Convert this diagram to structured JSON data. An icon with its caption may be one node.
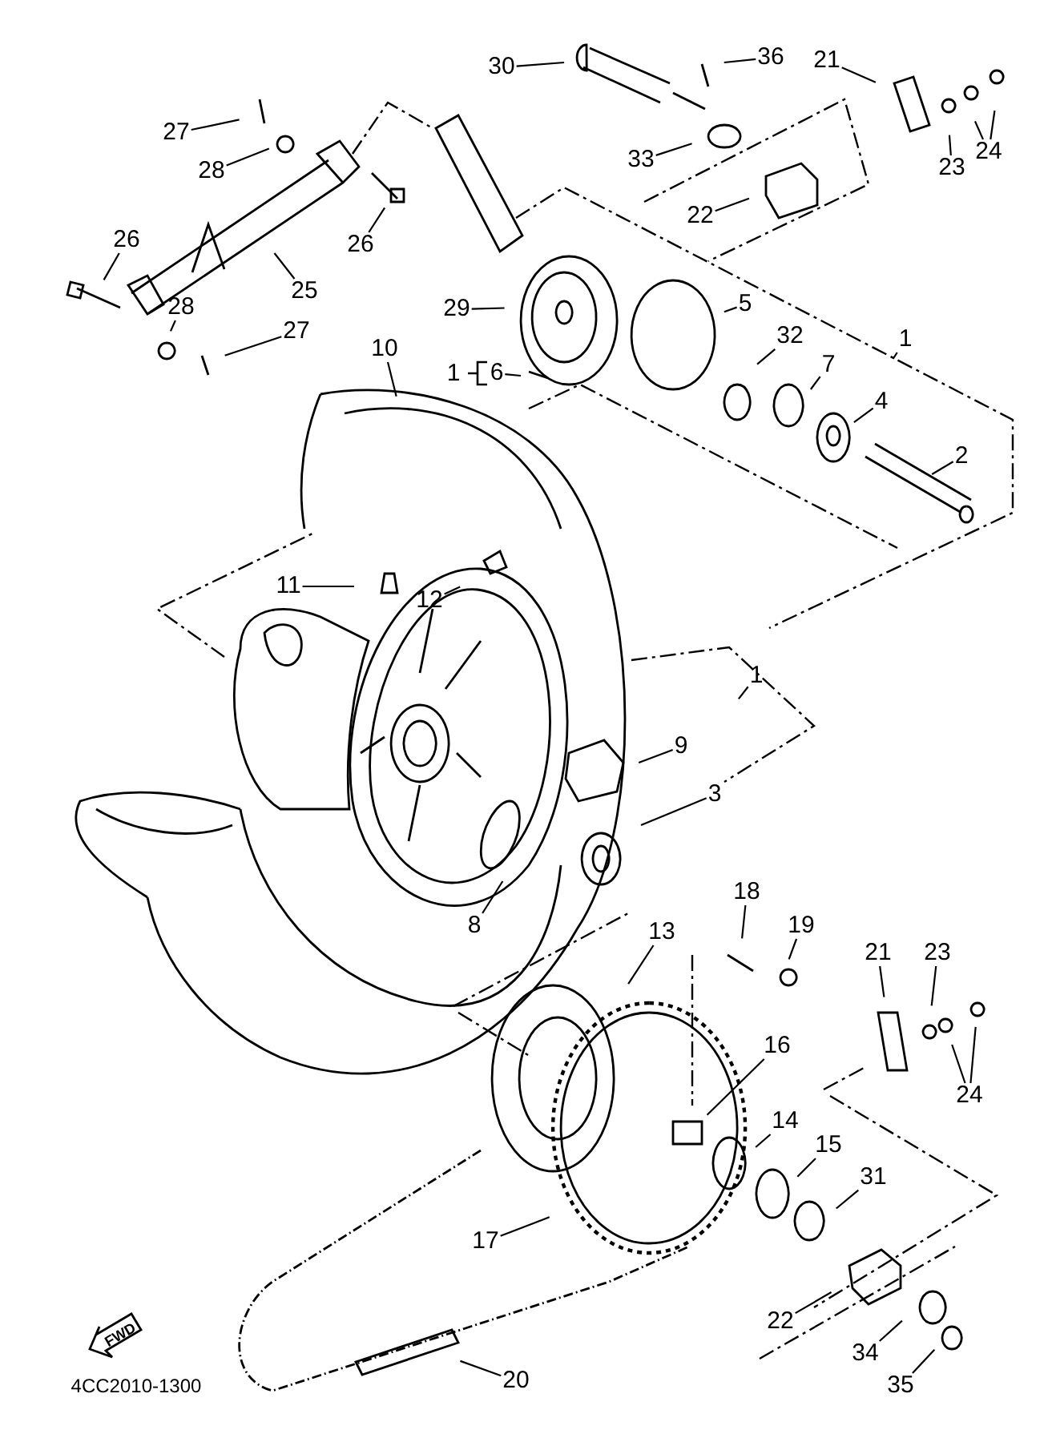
{
  "diagram": {
    "nodes": [
      {
        "text": [
          "30"
        ]
      },
      {
        "text": [
          "36"
        ]
      },
      {
        "text": [
          "21"
        ]
      },
      {
        "text": [
          "27"
        ]
      },
      {
        "text": [
          "23"
        ]
      },
      {
        "text": [
          "24"
        ]
      },
      {
        "text": [
          "28"
        ]
      },
      {
        "text": [
          "33"
        ]
      },
      {
        "text": [
          "26"
        ]
      },
      {
        "text": [
          "22"
        ]
      },
      {
        "text": [
          "26"
        ]
      },
      {
        "text": [
          "25"
        ]
      },
      {
        "text": [
          "28"
        ]
      },
      {
        "text": [
          "29"
        ]
      },
      {
        "text": [
          "5"
        ]
      },
      {
        "text": [
          "27"
        ]
      },
      {
        "text": [
          "32"
        ]
      },
      {
        "text": [
          "1"
        ]
      },
      {
        "text": [
          "10"
        ]
      },
      {
        "text": [
          "7"
        ]
      },
      {
        "text": [
          "6"
        ]
      },
      {
        "text": [
          "4"
        ]
      },
      {
        "text": [
          "2"
        ]
      },
      {
        "text": [
          "11"
        ]
      },
      {
        "text": [
          "12"
        ]
      },
      {
        "text": [
          "1"
        ]
      },
      {
        "text": [
          "9"
        ]
      },
      {
        "text": [
          "3"
        ]
      },
      {
        "text": [
          "18"
        ]
      },
      {
        "text": [
          "8"
        ]
      },
      {
        "text": [
          "19"
        ]
      },
      {
        "text": [
          "13"
        ]
      },
      {
        "text": [
          "21"
        ]
      },
      {
        "text": [
          "23"
        ]
      },
      {
        "text": [
          "16"
        ]
      },
      {
        "text": [
          "24"
        ]
      },
      {
        "text": [
          "14"
        ]
      },
      {
        "text": [
          "15"
        ]
      },
      {
        "text": [
          "31"
        ]
      },
      {
        "text": [
          "17"
        ]
      },
      {
        "text": [
          "22"
        ]
      },
      {
        "text": [
          "34"
        ]
      },
      {
        "text": [
          "20"
        ]
      },
      {
        "text": [
          "35"
        ]
      }
    ],
    "edges": [
      {
        "from": 0,
        "to": null,
        "arrow": "none"
      },
      {
        "from": 1,
        "to": null,
        "arrow": "none"
      },
      {
        "from": 2,
        "to": null,
        "arrow": "none"
      },
      {
        "from": 3,
        "to": null,
        "arrow": "none"
      },
      {
        "from": 4,
        "to": null,
        "arrow": "none"
      },
      {
        "from": 5,
        "to": null,
        "arrow": "none"
      },
      {
        "from": 5,
        "to": null,
        "arrow": "none"
      },
      {
        "from": 6,
        "to": null,
        "arrow": "none"
      },
      {
        "from": 7,
        "to": null,
        "arrow": "none"
      },
      {
        "from": 8,
        "to": null,
        "arrow": "none"
      },
      {
        "from": 9,
        "to": null,
        "arrow": "none"
      },
      {
        "from": 10,
        "to": null,
        "arrow": "none"
      },
      {
        "from": 11,
        "to": null,
        "arrow": "none"
      },
      {
        "from": 12,
        "to": null,
        "arrow": "none"
      },
      {
        "from": 13,
        "to": null,
        "arrow": "none"
      },
      {
        "from": 14,
        "to": null,
        "arrow": "none"
      },
      {
        "from": 15,
        "to": null,
        "arrow": "none"
      },
      {
        "from": 16,
        "to": null,
        "arrow": "none"
      },
      {
        "from": 17,
        "to": null,
        "arrow": "none"
      },
      {
        "from": 18,
        "to": null,
        "arrow": "none"
      },
      {
        "from": 19,
        "to": null,
        "arrow": "none"
      },
      {
        "from": 20,
        "to": null,
        "arrow": "none"
      },
      {
        "from": 21,
        "to": null,
        "arrow": "none"
      },
      {
        "from": 22,
        "to": null,
        "arrow": "none"
      },
      {
        "from": 23,
        "to": null,
        "arrow": "none"
      },
      {
        "from": 24,
        "to": null,
        "arrow": "none"
      },
      {
        "from": 25,
        "to": null,
        "arrow": "none"
      },
      {
        "from": 26,
        "to": null,
        "arrow": "none"
      },
      {
        "from": 27,
        "to": null,
        "arrow": "none"
      },
      {
        "from": 28,
        "to": null,
        "arrow": "none"
      },
      {
        "from": 29,
        "to": null,
        "arrow": "none"
      },
      {
        "from": 30,
        "to": null,
        "arrow": "none"
      },
      {
        "from": 31,
        "to": null,
        "arrow": "none"
      },
      {
        "from": 32,
        "to": null,
        "arrow": "none"
      },
      {
        "from": 33,
        "to": null,
        "arrow": "none"
      },
      {
        "from": 34,
        "to": null,
        "arrow": "none"
      },
      {
        "from": 35,
        "to": null,
        "arrow": "none"
      },
      {
        "from": 35,
        "to": null,
        "arrow": "none"
      },
      {
        "from": 36,
        "to": null,
        "arrow": "none"
      },
      {
        "from": 37,
        "to": null,
        "arrow": "none"
      },
      {
        "from": 38,
        "to": null,
        "arrow": "none"
      },
      {
        "from": 39,
        "to": null,
        "arrow": "none"
      },
      {
        "from": 40,
        "to": null,
        "arrow": "none"
      },
      {
        "from": 41,
        "to": null,
        "arrow": "none"
      },
      {
        "from": 42,
        "to": null,
        "arrow": "none"
      },
      {
        "from": 43,
        "to": null,
        "arrow": "none"
      }
    ],
    "labels": [
      "1",
      "FWD",
      "4CC2010-1300"
    ]
  }
}
